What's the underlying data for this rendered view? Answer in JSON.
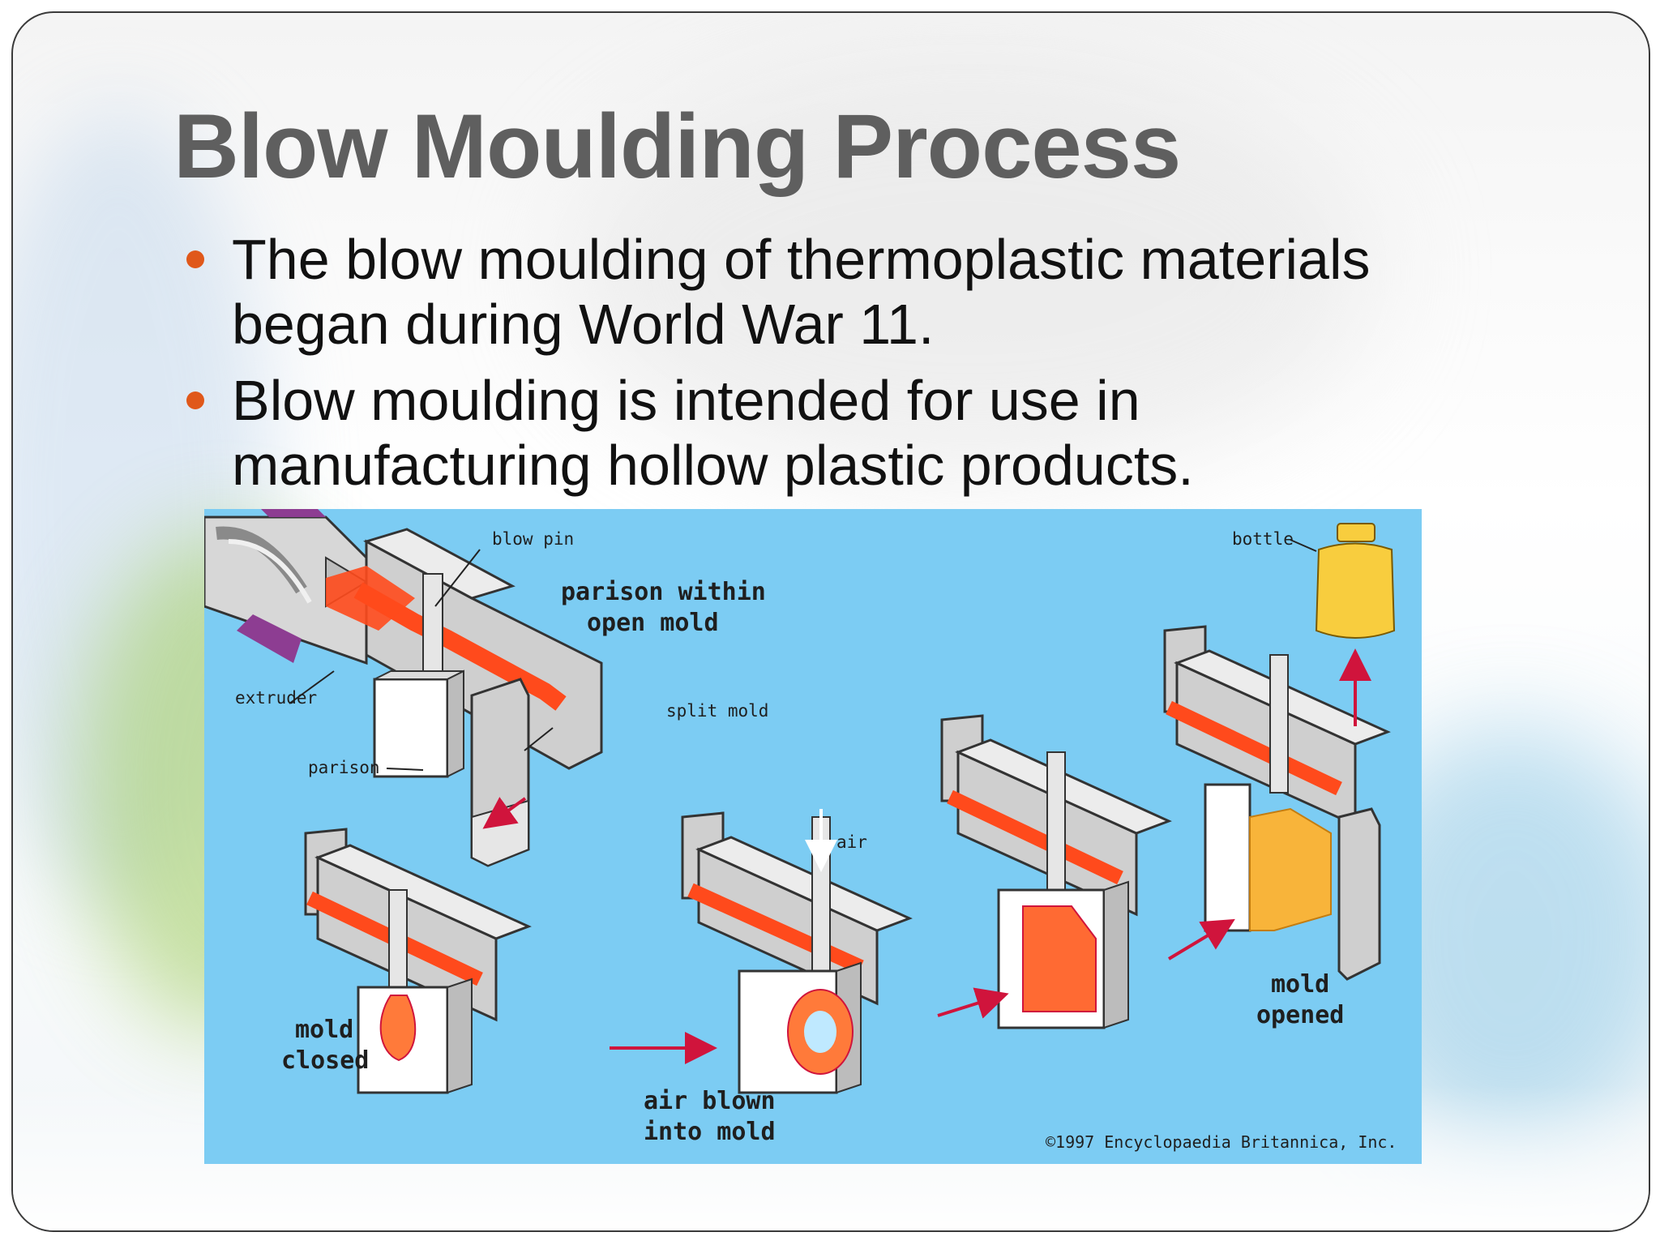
{
  "slide": {
    "title": "Blow Moulding Process",
    "bullets": [
      {
        "line1": "The blow moulding of thermoplastic materials",
        "line2": "began during World War 11."
      },
      {
        "line1": "Blow moulding is intended for use in",
        "line2": "manufacturing hollow plastic products."
      }
    ]
  },
  "diagram": {
    "labels": {
      "blow_pin": "blow pin",
      "parison_within_1": "parison within",
      "parison_within_2": "open mold",
      "extruder": "extruder",
      "split_mold": "split mold",
      "parison": "parison",
      "bottle": "bottle",
      "air": "air",
      "mold_closed_1": "mold",
      "mold_closed_2": "closed",
      "air_blown_1": "air blown",
      "air_blown_2": "into mold",
      "mold_opened_1": "mold",
      "mold_opened_2": "opened"
    },
    "credit": "©1997 Encyclopaedia Britannica, Inc."
  },
  "colors": {
    "title": "#5f5f5f",
    "bullet_dot": "#e0581a",
    "diagram_bg": "#7cccf3",
    "mold_gray": "#c9c9c9",
    "plastic_red": "#ff4a1c",
    "bottle_yellow": "#f8cd3e",
    "arrow_red": "#d0143c"
  }
}
